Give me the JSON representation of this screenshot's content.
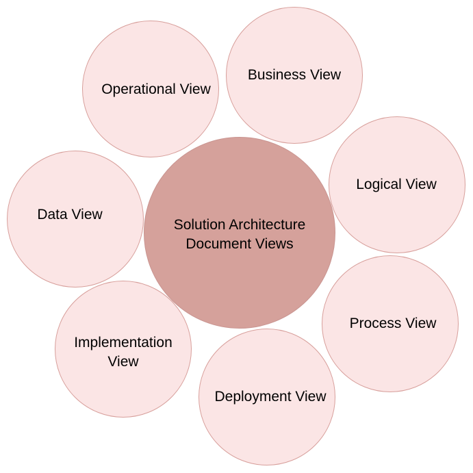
{
  "colors": {
    "outer_fill": "#fbe5e5",
    "outer_border": "#d79e9a",
    "center_fill": "#d5a19b",
    "center_border": "#c99490"
  },
  "diagram": {
    "center": {
      "label": "Solution Architecture\nDocument Views"
    },
    "views": [
      {
        "label": "Operational View"
      },
      {
        "label": "Business View"
      },
      {
        "label": "Logical View"
      },
      {
        "label": "Process View"
      },
      {
        "label": "Deployment View"
      },
      {
        "label": "Implementation\nView"
      },
      {
        "label": "Data View"
      }
    ]
  }
}
